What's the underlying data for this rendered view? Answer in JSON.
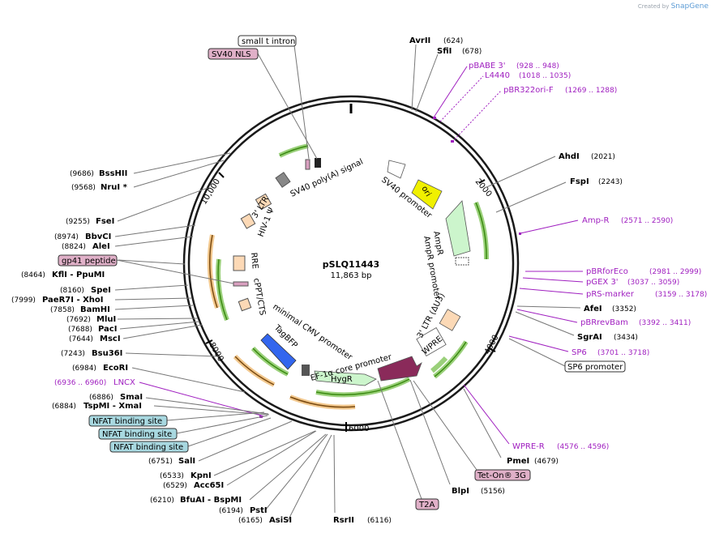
{
  "credit": {
    "prefix": "Created by",
    "brand": "SnapGene"
  },
  "plasmid": {
    "name": "pSLQ11443",
    "size": "11,863 bp"
  },
  "ticks": [
    "2000",
    "4000",
    "6000",
    "8000",
    "10,000"
  ],
  "colors": {
    "primer": "#a020c0",
    "ring": "#1a1a1a",
    "arrow_green": "#55aa11"
  },
  "feature_labels": [
    {
      "text": "SV40 poly(A) signal",
      "bind": "SV40 poly(A) signal"
    },
    {
      "text": "SV40 promoter"
    },
    {
      "text": "ori"
    },
    {
      "text": "AmpR"
    },
    {
      "text": "AmpR promoter"
    },
    {
      "text": "3' LTR (ΔU3)"
    },
    {
      "text": "WPRE"
    },
    {
      "text": "EF-1α core promoter"
    },
    {
      "text": "HygR"
    },
    {
      "text": "TagBFP"
    },
    {
      "text": "minimal CMV promoter"
    },
    {
      "text": "cPPT/CTS"
    },
    {
      "text": "RRE"
    },
    {
      "text": "HIV-1 Ψ"
    },
    {
      "text": "3' LTR"
    }
  ],
  "right_enzymes": [
    {
      "name": "AvrII",
      "pos": "(624)"
    },
    {
      "name": "SfiI",
      "pos": "(678)"
    },
    {
      "name": "AhdI",
      "pos": "(2021)"
    },
    {
      "name": "FspI",
      "pos": "(2243)"
    },
    {
      "name": "AfeI",
      "pos": "(3352)"
    },
    {
      "name": "SgrAI",
      "pos": "(3434)"
    },
    {
      "name": "PmeI",
      "pos": "(4679)"
    },
    {
      "name": "BlpI",
      "pos": "(5156)"
    },
    {
      "name": "RsrII",
      "pos": "(6116)"
    }
  ],
  "primers": [
    {
      "name": "pBABE 3'",
      "pos": "(928 .. 948)"
    },
    {
      "name": "L4440",
      "pos": "(1018 .. 1035)"
    },
    {
      "name": "pBR322ori-F",
      "pos": "(1269 .. 1288)"
    },
    {
      "name": "Amp-R",
      "pos": "(2571 .. 2590)"
    },
    {
      "name": "pBRforEco",
      "pos": "(2981 .. 2999)"
    },
    {
      "name": "pGEX 3'",
      "pos": "(3037 .. 3059)"
    },
    {
      "name": "pRS-marker",
      "pos": "(3159 .. 3178)"
    },
    {
      "name": "pBRrevBam",
      "pos": "(3392 .. 3411)"
    },
    {
      "name": "SP6",
      "pos": "(3701 .. 3718)"
    },
    {
      "name": "WPRE-R",
      "pos": "(4576 .. 4596)"
    },
    {
      "name": "LNCX",
      "pos": "(6936 .. 6960)"
    }
  ],
  "left_enzymes": [
    {
      "pos": "(9686)",
      "name": "BssHII"
    },
    {
      "pos": "(9568)",
      "name": "NruI *"
    },
    {
      "pos": "(9255)",
      "name": "FseI"
    },
    {
      "pos": "(8974)",
      "name": "BbvCI"
    },
    {
      "pos": "(8824)",
      "name": "AleI"
    },
    {
      "pos": "(8464)",
      "name": "KflI - PpuMI"
    },
    {
      "pos": "(8160)",
      "name": "SpeI"
    },
    {
      "pos": "(7999)",
      "name": "PaeR7I - XhoI"
    },
    {
      "pos": "(7858)",
      "name": "BamHI"
    },
    {
      "pos": "(7692)",
      "name": "MluI"
    },
    {
      "pos": "(7688)",
      "name": "PacI"
    },
    {
      "pos": "(7644)",
      "name": "MscI"
    },
    {
      "pos": "(7243)",
      "name": "Bsu36I"
    },
    {
      "pos": "(6984)",
      "name": "EcoRI"
    },
    {
      "pos": "(6886)",
      "name": "SmaI"
    },
    {
      "pos": "(6884)",
      "name": "TspMI - XmaI"
    },
    {
      "pos": "(6751)",
      "name": "SalI"
    },
    {
      "pos": "(6533)",
      "name": "KpnI"
    },
    {
      "pos": "(6529)",
      "name": "Acc65I"
    },
    {
      "pos": "(6210)",
      "name": "BfuAI - BspMI"
    },
    {
      "pos": "(6194)",
      "name": "PstI"
    },
    {
      "pos": "(6165)",
      "name": "AsiSI"
    }
  ],
  "boxed_labels": {
    "small_t_intron": "small t intron",
    "sv40_nls": "SV40 NLS",
    "gp41": "gp41 peptide",
    "nfat1": "NFAT binding site",
    "nfat2": "NFAT binding site",
    "nfat3": "NFAT binding site",
    "sp6_promoter": "SP6 promoter",
    "teton": "Tet-On® 3G",
    "t2a": "T2A"
  }
}
